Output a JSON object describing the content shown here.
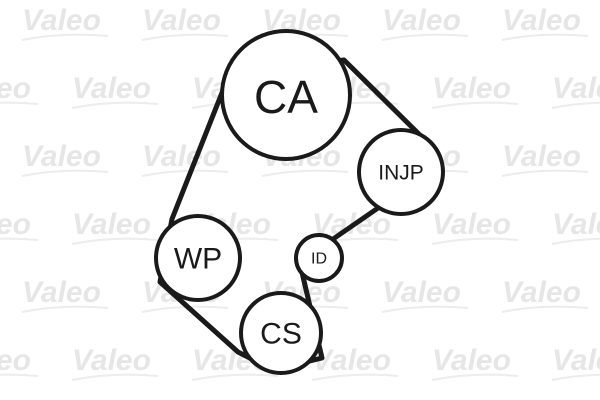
{
  "watermark": {
    "text": "Valeo"
  },
  "pulleys": {
    "camshaft": {
      "label": "CA"
    },
    "injection_pump": {
      "label": "INJP"
    },
    "idler": {
      "label": "ID"
    },
    "crankshaft": {
      "label": "CS"
    },
    "water_pump": {
      "label": "WP"
    }
  },
  "colors": {
    "line": "#1a1a1a",
    "watermark": "#e6e6e6",
    "background": "#ffffff"
  }
}
